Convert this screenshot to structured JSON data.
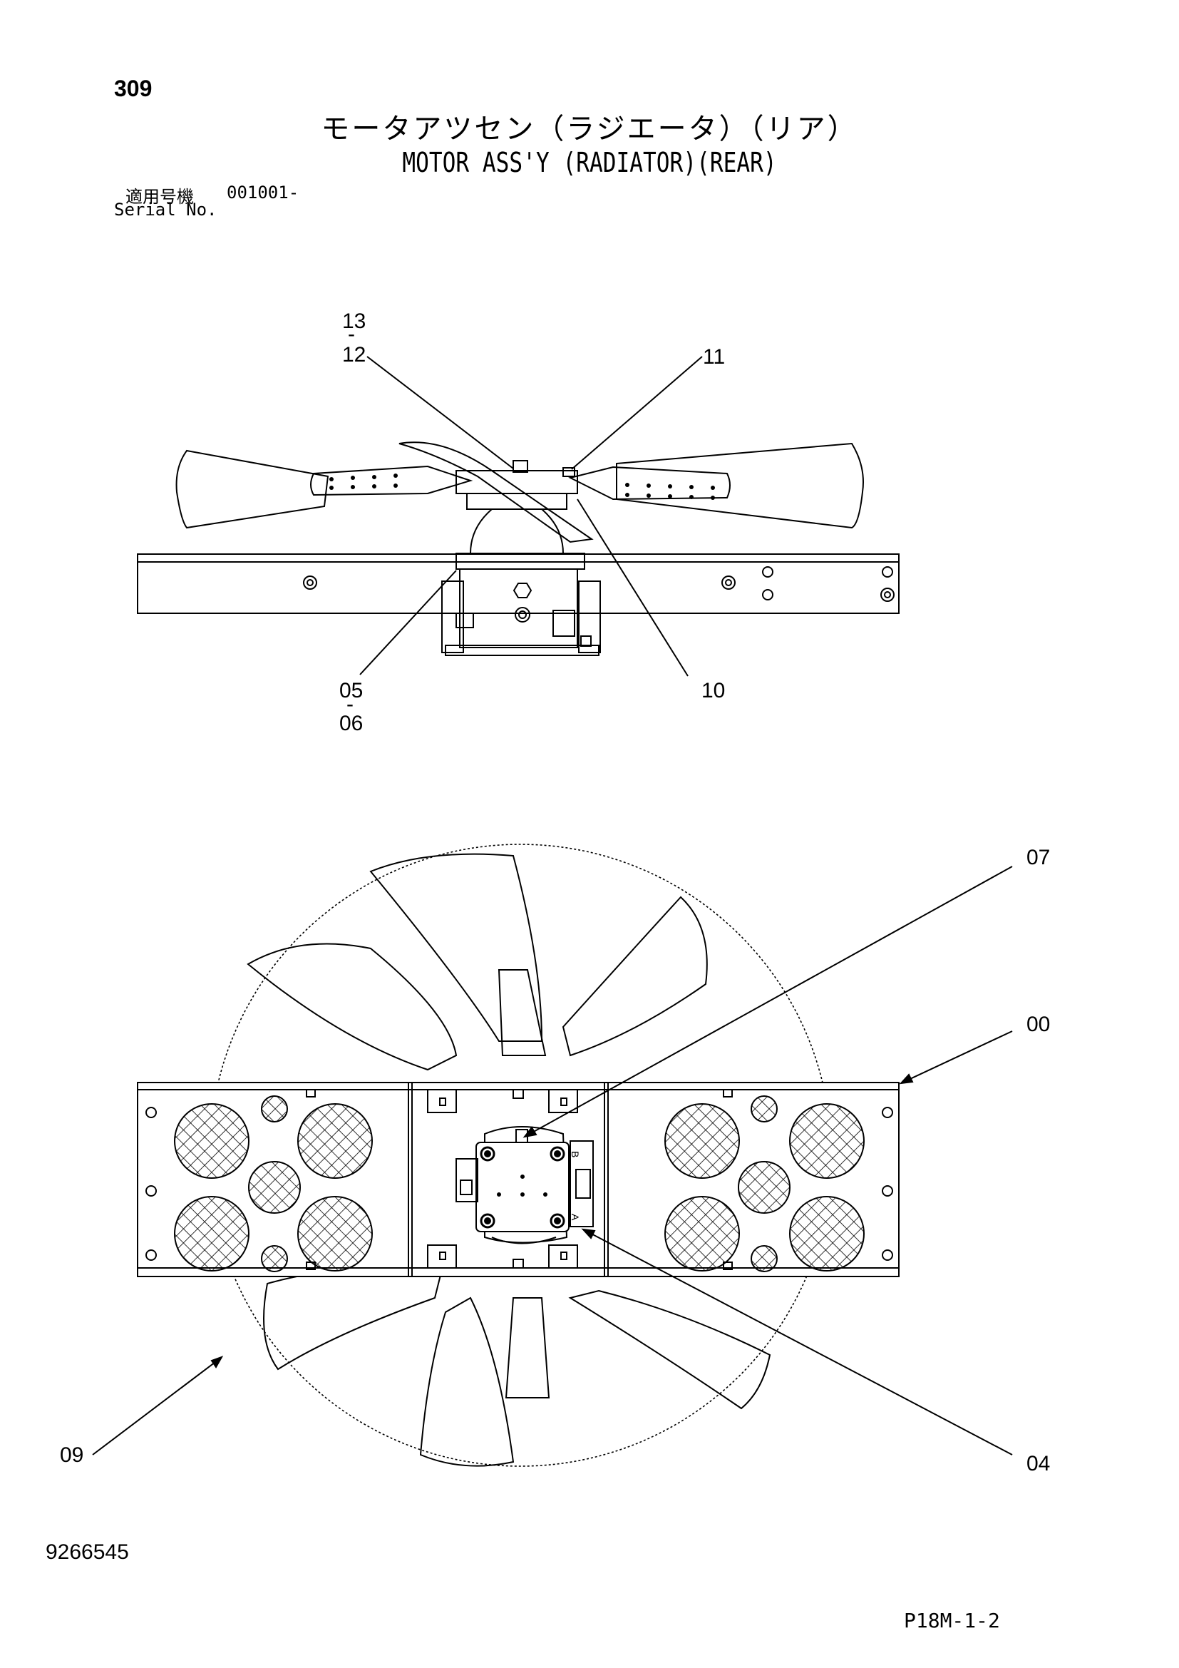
{
  "header": {
    "page_number": "309",
    "title_jp": "モータアツセン（ラジエータ）（リア）",
    "title_en": "MOTOR ASS'Y (RADIATOR)(REAR)",
    "serial_label_jp": "適用号機",
    "serial_value": "001001-",
    "serial_label_en": "Serial No."
  },
  "callouts": {
    "c13": "13",
    "c12": "12",
    "c11": "11",
    "c10": "10",
    "c05": "05",
    "c06": "06",
    "c07": "07",
    "c00": "00",
    "c09": "09",
    "c04": "04",
    "range_dash": "-"
  },
  "port_labels": {
    "b": "B",
    "a": "A"
  },
  "footer": {
    "document_number": "9266545",
    "page_reference": "P18M-1-2"
  }
}
